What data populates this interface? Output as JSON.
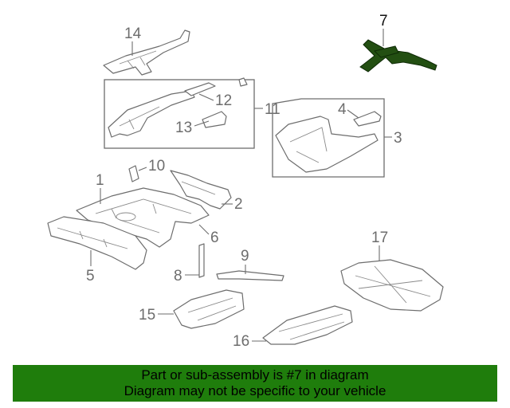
{
  "diagram": {
    "callouts": {
      "c1": "1",
      "c2": "2",
      "c3": "3",
      "c4": "4",
      "c5": "5",
      "c6": "6",
      "c7": "7",
      "c8": "8",
      "c9": "9",
      "c10": "10",
      "c11": "11",
      "c12": "12",
      "c13": "13",
      "c14": "14",
      "c15": "15",
      "c16": "16",
      "c17": "17"
    },
    "highlight_part": "7",
    "colors": {
      "highlight_fill": "#234f12",
      "line": "#6d6d6d"
    }
  },
  "banner": {
    "line1": "Part or sub-assembly is #7 in diagram",
    "line2": "Diagram may not be specific to your vehicle",
    "background": "#1f7d0c"
  }
}
